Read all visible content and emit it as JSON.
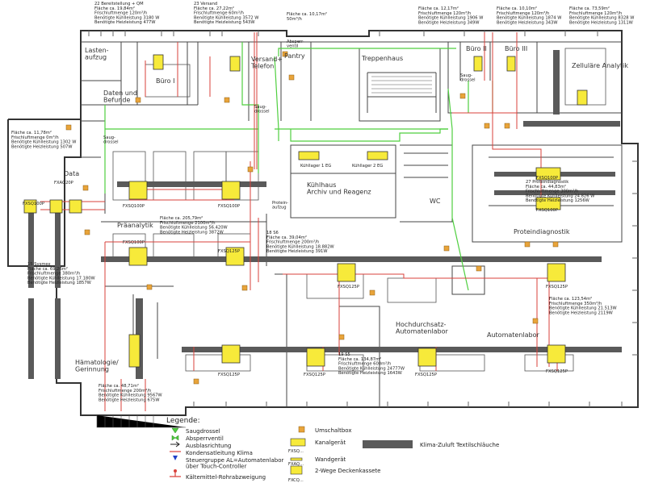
{
  "rooms": {
    "lastenaufzug": "Lasten-\naufzug",
    "buero1": "Büro I",
    "versand": "Versand+\nTelefon",
    "pantry": "Pantry",
    "treppenhaus": "Treppenhaus",
    "buero2": "Büro II",
    "buero3": "Büro III",
    "zellulaere": "Zelluläre Analytik",
    "datenbefunde": "Daten und\nBefunde",
    "data": "Data",
    "kuehlhaus": "Kühlhaus\nArchiv und Reagenz",
    "kuehllager1": "Kühllager 1 EG",
    "kuehllager2": "Kühllager 2 EG",
    "wc": "WC",
    "proteinaufzug": "Protein-\naufzug",
    "praeanalytik": "Präanalytik",
    "proteindiagnostik": "Proteindiagnostik",
    "haematologie": "Hämatologie/\nGerinnung",
    "hochdurchsatz": "Hochdurchsatz-\nAutomatenlabor",
    "automatenlabor": "Automatenlabor"
  },
  "info_blocks": [
    {
      "lines": [
        "22 Bereitstellung + QM",
        "Fläche ca. 19,84m²",
        "Frischluftmenge 120m³/h",
        "Benötigte Kühlleistung 3180 W",
        "Benötigte Heizleistung 477W"
      ]
    },
    {
      "lines": [
        "23 Versand",
        "Fläche ca. 27,22m²",
        "Frischluftmenge 60m³/h",
        "Benötigte Kühlleistung 3572 W",
        "Benötigte Heizleistung 543W"
      ]
    },
    {
      "lines": [
        "Fläche ca. 10,17m²",
        "50m³/h"
      ]
    },
    {
      "lines": [
        "Fläche ca. 12,17m²",
        "Frischluftmenge 120m³/h",
        "Benötigte Kühlleistung 1906 W",
        "Benötigte Heizleistung 349W"
      ]
    },
    {
      "lines": [
        "Fläche ca. 10,10m²",
        "Frischluftmenge 120m³/h",
        "Benötigte Kühlleistung 1874 W",
        "Benötigte Heizleistung 343W"
      ]
    },
    {
      "lines": [
        "Fläche ca. 73,59m²",
        "Frischluftmenge 120m³/h",
        "Benötigte Kühlleistung 8328 W",
        "Benötigte Heizleistung 1311W"
      ]
    },
    {
      "lines": [
        "Fläche ca. 11,78m²",
        "Frischluftmenge 0m³/h",
        "Benötigte Kühlleistung 1302 W",
        "Benötigte Heizleistung 507W"
      ]
    },
    {
      "lines": [
        "Fläche ca. 205,79m²",
        "Frischluftmenge 2100m³/h",
        "Benötigte Kühlleistung 56.420W",
        "Benötigte Heizleistung 3872W"
      ]
    },
    {
      "lines": [
        "18 S6",
        "Fläche ca. 39,04m²",
        "Frischluftmenge 200m³/h",
        "Benötigte Kühlleistung 18.882W",
        "Benötigte Heizleistung 391W"
      ]
    },
    {
      "lines": [
        "27 Proteindiagnostik",
        "Fläche ca. 44,83m²",
        "Frischluftmenge 300m³/h",
        "Benötigte Kühlleistung 24.826 W",
        "Benötigte Heizleistung 1256W"
      ]
    },
    {
      "lines": [
        "15 Sysmex",
        "Fläche ca. 69,26m²",
        "Frischluftmenge 380m³/h",
        "Benötigte Kühlleistung 17.180W",
        "Benötigte Heizleistung 1857W"
      ]
    },
    {
      "lines": [
        "Fläche ca. 123,54m²",
        "Frischluftmenge 350m³/h",
        "Benötigte Kühlleistung 21.513W",
        "Benötigte Heizleistung 2119W"
      ]
    },
    {
      "lines": [
        "19 S5",
        "Fläche ca. 134,87m²",
        "Frischluftmenge 600m³/h",
        "Benötigte Kühlleistung 24777W",
        "Benötigte Heizleistung 1643W"
      ]
    },
    {
      "lines": [
        "Fläche ca. 48,71m²",
        "Frischluftmenge 200m³/h",
        "Benötigte Kühlleistung 9567W",
        "Benötigte Heizleistung 675W"
      ]
    }
  ],
  "labels": {
    "saugdrossel_a": "Saug-\ndrossel",
    "saugdrossel_b": "Saug-\ndrossel",
    "saugdrossel_c": "Saug-\ndrossel",
    "absperrventil": "Absperr-\nventil",
    "fxaq20p": "FXAQ20P"
  },
  "units": [
    {
      "label": "FXSQ100P"
    },
    {
      "label": "FXSQ100P"
    },
    {
      "label": "FXSQ100P"
    },
    {
      "label": "FXSQ100P"
    },
    {
      "label": "FXSQ125P"
    },
    {
      "label": "FXSQ125P"
    },
    {
      "label": "FXSQ125P"
    },
    {
      "label": "FXSQ125P"
    },
    {
      "label": "FXSQ125P"
    },
    {
      "label": "FXSQ125P"
    },
    {
      "label": "FXSQ125P"
    },
    {
      "label": "FXSQ100P"
    },
    {
      "label": "FXSQ100P"
    }
  ],
  "legend": {
    "title": "Legende:",
    "items": [
      "Saugdrossel",
      "Absperrventil",
      "Ausblasrichtung",
      "Kondensatleitung Klima",
      "Steuergruppe AL=Automatenlabor\nüber Touch-Controller",
      "Kältemittel-Rohrabzweigung"
    ],
    "items_right": [
      "Umschaltbox",
      "Kanalgerät",
      "Wandgerät",
      "2-Wege Deckenkassete"
    ],
    "abbr_fxsq": "FXSQ...",
    "abbr_fxaq": "FXAQ...",
    "abbr_fxcq": "FXCQ...",
    "duct": "Klima-Zuluft Textilschläuche"
  },
  "colors": {
    "pipe_red": "#d9413b",
    "duct_green": "#4fcf3f",
    "unit_yellow": "#f7ea3a",
    "box_orange": "#e9a43a",
    "hose_gray": "#5a5a5a"
  }
}
